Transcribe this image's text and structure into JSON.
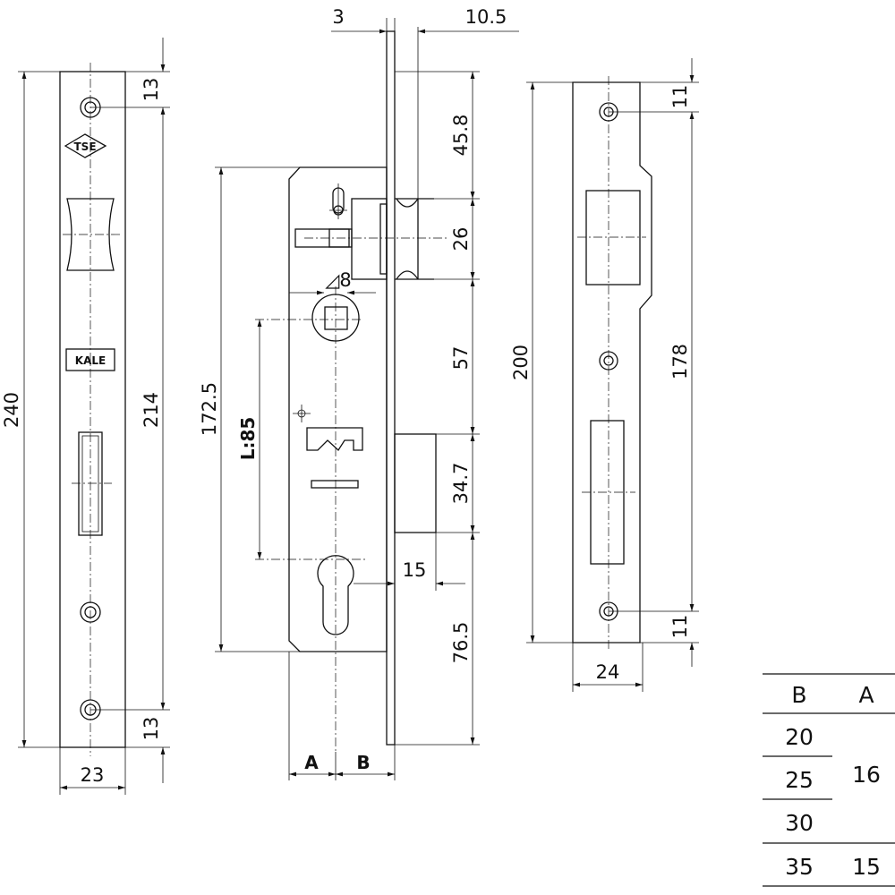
{
  "front_plate": {
    "logo_tse": "TSE",
    "logo_kale": "KALE",
    "dim_total_height": "240",
    "dim_hole_spacing": "214",
    "dim_top_offset": "13",
    "dim_bottom_offset": "13",
    "dim_width": "23"
  },
  "lock_body": {
    "dim_plate_thickness": "3",
    "dim_plate_offset": "10.5",
    "dim_top_to_latch": "45.8",
    "dim_latch_height": "26",
    "dim_latch_to_bolt": "57",
    "dim_bolt_height": "34.7",
    "dim_bolt_to_bottom": "76.5",
    "dim_body_height": "172.5",
    "dim_center_distance": "L:85",
    "dim_spindle": "◿8",
    "dim_bolt_throw": "15",
    "label_a": "A",
    "label_b": "B"
  },
  "strike_plate": {
    "dim_height": "200",
    "dim_hole_spacing": "178",
    "dim_top_offset": "11",
    "dim_bottom_offset": "11",
    "dim_width": "24"
  },
  "table": {
    "headers": [
      "B",
      "A"
    ],
    "b_values": [
      "20",
      "25",
      "30",
      "35"
    ],
    "a_values": [
      "16",
      "15"
    ]
  }
}
